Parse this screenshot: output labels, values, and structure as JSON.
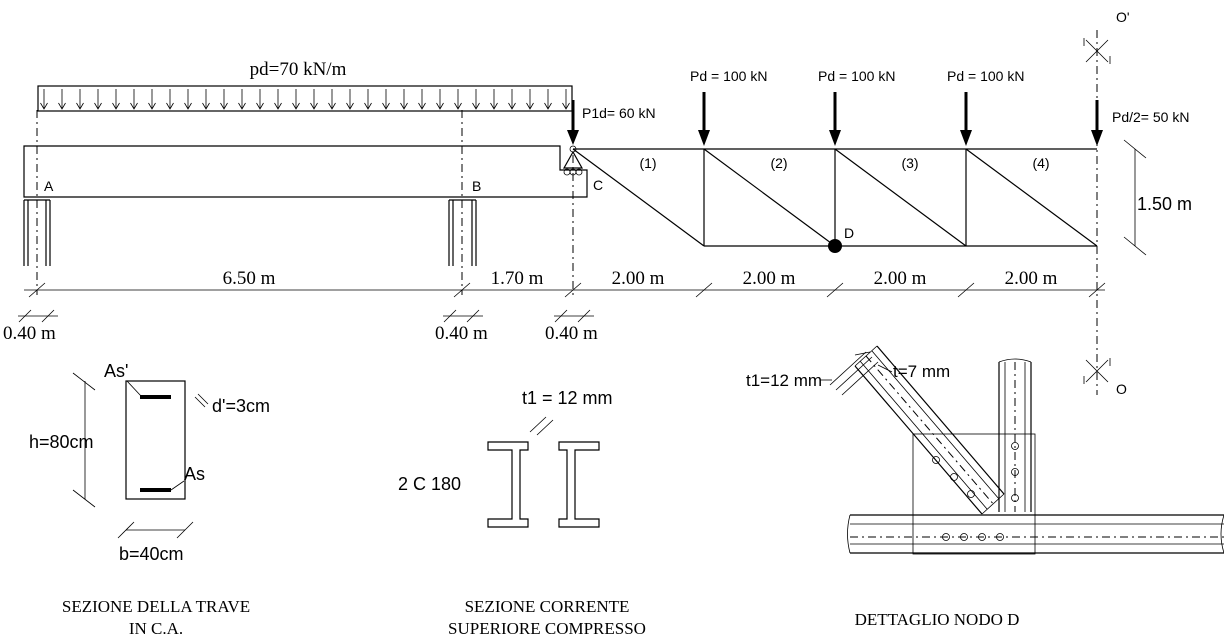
{
  "loads": {
    "distributed": "pd=70 kN/m",
    "p1d": "P1d= 60 kN",
    "pd1": "Pd = 100 kN",
    "pd2": "Pd = 100 kN",
    "pd3": "Pd = 100 kN",
    "pd_half": "Pd/2= 50 kN"
  },
  "supports": {
    "a": "A",
    "b": "B",
    "c": "C"
  },
  "truss": {
    "panel1": "(1)",
    "panel2": "(2)",
    "panel3": "(3)",
    "panel4": "(4)",
    "node_d": "D",
    "height": "1.50 m",
    "axis_top": "O'",
    "axis_bottom": "O"
  },
  "dimensions": {
    "span_ab": "6.50 m",
    "span_bc": "1.70 m",
    "panel_1": "2.00 m",
    "panel_2": "2.00 m",
    "panel_3": "2.00 m",
    "panel_4": "2.00 m",
    "support_a": "0.40 m",
    "support_b": "0.40 m",
    "support_c": "0.40 m"
  },
  "beam_section": {
    "as_top": "As'",
    "cover": "d'=3cm",
    "height": "h=80cm",
    "as_bottom": "As",
    "width": "b=40cm",
    "caption_line1": "SEZIONE DELLA TRAVE",
    "caption_line2": "IN C.A."
  },
  "chord_section": {
    "thickness": "t1 = 12 mm",
    "profile": "2 C 180",
    "caption_line1": "SEZIONE CORRENTE",
    "caption_line2": "SUPERIORE COMPRESSO"
  },
  "node_detail": {
    "t1": "t1=12 mm",
    "t": "t=7 mm",
    "caption": "DETTAGLIO NODO D"
  }
}
